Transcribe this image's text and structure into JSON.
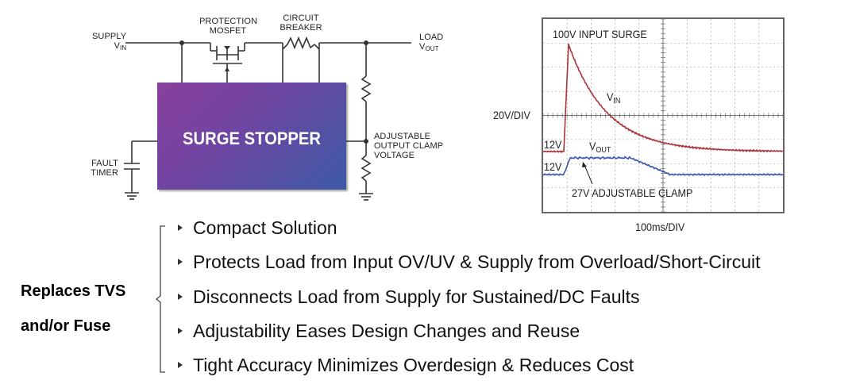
{
  "circuit": {
    "supply_label": "SUPPLY",
    "supply_sub_main": "V",
    "supply_sub": "IN",
    "mosfet_label_1": "PROTECTION",
    "mosfet_label_2": "MOSFET",
    "breaker_label_1": "CIRCUIT",
    "breaker_label_2": "BREAKER",
    "load_label": "LOAD",
    "load_sub_main": "V",
    "load_sub": "OUT",
    "box_label": "SURGE STOPPER",
    "clamp_label_1": "ADJUSTABLE",
    "clamp_label_2": "OUTPUT CLAMP",
    "clamp_label_3": "VOLTAGE",
    "fault_label_1": "FAULT",
    "fault_label_2": "TIMER"
  },
  "scope": {
    "surge_label": "100V INPUT SURGE",
    "vin_main": "V",
    "vin_sub": "IN",
    "vout_main": "V",
    "vout_sub": "OUT",
    "y_div": "20V/DIV",
    "level_in": "12V",
    "level_out": "12V",
    "clamp_note": "27V ADJUSTABLE CLAMP",
    "x_div": "100ms/DIV",
    "colors": {
      "vin": "#a8333a",
      "vout": "#3a56b0",
      "grid": "#9a9a9a"
    }
  },
  "summary": {
    "title_line1": "Replaces TVS",
    "title_line2": "and/or Fuse",
    "bullets": [
      "Compact Solution",
      "Protects Load from Input OV/UV & Supply from Overload/Short-Circuit",
      "Disconnects Load from Supply for Sustained/DC Faults",
      "Adjustability Eases Design Changes and Reuse",
      "Tight Accuracy Minimizes Overdesign & Reduces Cost"
    ]
  }
}
